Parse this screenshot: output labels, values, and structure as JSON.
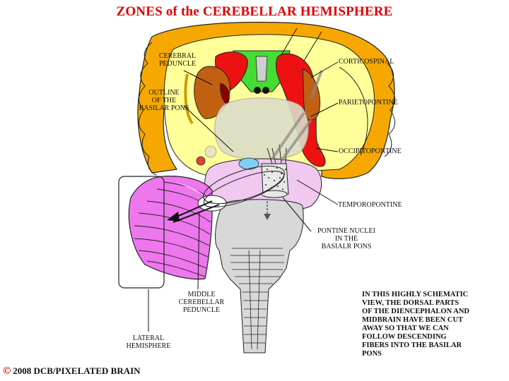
{
  "title": "ZONES of the CEREBELLAR HEMISPHERE",
  "labels": {
    "cerebral_peduncle": "CEREBRAL\nPEDUNCLE",
    "outline_basilar_pons": "OUTLINE\nOF THE\nBASILAR PONS",
    "corticospinal": "CORTICOSPINAL",
    "parietopontine": "PARIETOPONTINE",
    "occipitopontine": "OCCIPITOPONTINE",
    "temporopontine": "TEMPOROPONTINE",
    "pontine_nuclei": "PONTINE NUCLEI\nIN THE\nBASIALR PONS",
    "middle_cerebellar_peduncle": "MIDDLE\nCEREBELLAR\nPEDUNCLE",
    "lateral_hemisphere": "LATERAL\nHEMISPHERE"
  },
  "note": "IN THIS HIGHLY SCHEMATIC\nVIEW, THE DORSAL PARTS\nOF THE DIENCEPHALON AND\nMIDBRAIN HAVE BEEN CUT\nAWAY SO THAT WE CAN\nFOLLOW DESCENDING\nFIBERS INTO THE BASILAR\nPONS",
  "copyright": {
    "symbol": "©",
    "text": "2008  DCB/PIXELATED BRAIN"
  },
  "colors": {
    "title": "#e00000",
    "cortex_orange": "#f7a800",
    "white_matter_yellow": "#ffff99",
    "corticospinal_red": "#ee1111",
    "peduncle_brown": "#c06010",
    "thalamus_green": "#44dd33",
    "cerebellum_magenta": "#ee77ee",
    "pons_pink": "#f0c8f0",
    "brainstem_gray": "#c8c8c8"
  }
}
